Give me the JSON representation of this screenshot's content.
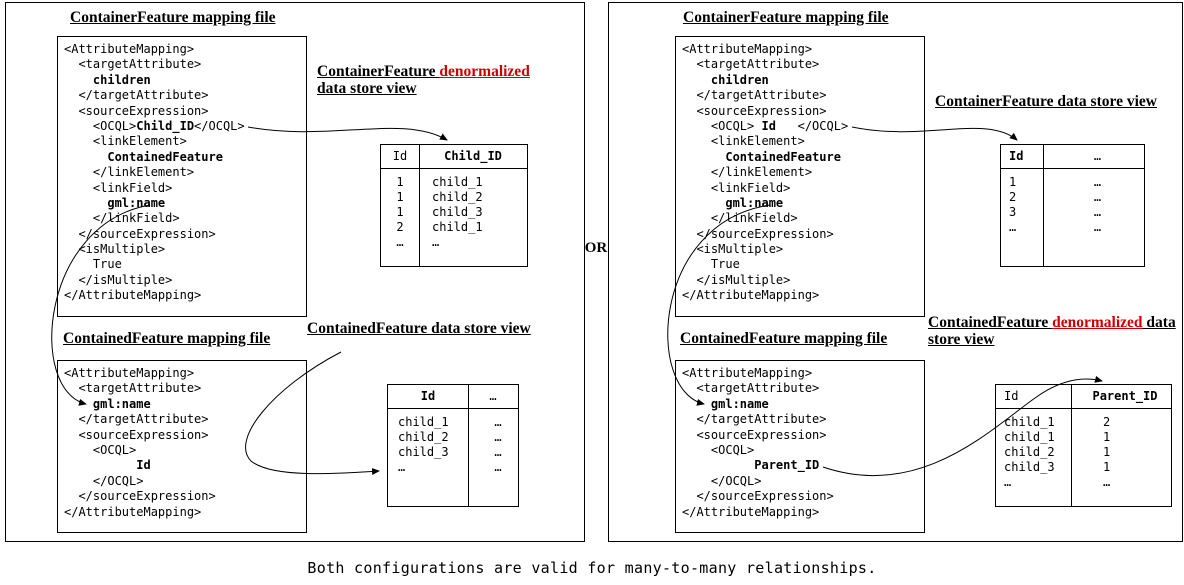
{
  "or_label": "OR",
  "caption": "Both configurations are valid for many-to-many relationships.",
  "colors": {
    "highlight_red": "#cc0000",
    "line_black": "#000000"
  },
  "left": {
    "mapping1_title": [
      {
        "t": "ContainerFeature mapping file"
      }
    ],
    "view1_title": [
      {
        "t": "ContainerFeature "
      },
      {
        "t": "denormalized",
        "c": "red"
      },
      {
        "t": " data store view"
      }
    ],
    "mapping2_title": [
      {
        "t": "ContainedFeature mapping file"
      }
    ],
    "view2_title": [
      {
        "t": "ContainedFeature data store view"
      }
    ],
    "xml1": [
      [
        "<AttributeMapping>"
      ],
      [
        "  <targetAttribute>"
      ],
      [
        "    ",
        {
          "t": "children",
          "c": "b"
        }
      ],
      [
        "  </targetAttribute>"
      ],
      [
        "  <sourceExpression>"
      ],
      [
        "    <OCQL>",
        {
          "t": "Child_ID",
          "c": "b"
        },
        "</OCQL>"
      ],
      [
        "    <linkElement>"
      ],
      [
        "      ",
        {
          "t": "ContainedFeature",
          "c": "b"
        }
      ],
      [
        "    </linkElement>"
      ],
      [
        "    <linkField>"
      ],
      [
        "      ",
        {
          "t": "gml:name",
          "c": "b"
        }
      ],
      [
        "    </linkField>"
      ],
      [
        "  </sourceExpression>"
      ],
      [
        "  <isMultiple>"
      ],
      [
        "    True"
      ],
      [
        "  </isMultiple>"
      ],
      [
        "</AttributeMapping>"
      ]
    ],
    "xml2": [
      [
        "<AttributeMapping>"
      ],
      [
        "  <targetAttribute>"
      ],
      [
        "    ",
        {
          "t": "gml:name",
          "c": "b"
        }
      ],
      [
        "  </targetAttribute>"
      ],
      [
        "  <sourceExpression>"
      ],
      [
        "    <OCQL>"
      ],
      [
        "          ",
        {
          "t": "Id",
          "c": "b"
        }
      ],
      [
        "    </OCQL>"
      ],
      [
        "  </sourceExpression>"
      ],
      [
        "</AttributeMapping>"
      ]
    ],
    "table1": {
      "headers": [
        {
          "t": "Id"
        },
        {
          "t": "Child_ID",
          "c": "b"
        }
      ],
      "rows": [
        [
          "1",
          "child_1"
        ],
        [
          "1",
          "child_2"
        ],
        [
          "1",
          "child_3"
        ],
        [
          "2",
          "child_1"
        ],
        [
          "…",
          "…"
        ]
      ]
    },
    "table2": {
      "headers": [
        {
          "t": "Id",
          "c": "b"
        },
        {
          "t": "…"
        }
      ],
      "rows": [
        [
          "child_1",
          "…"
        ],
        [
          "child_2",
          "…"
        ],
        [
          "child_3",
          "…"
        ],
        [
          "…",
          "…"
        ]
      ]
    }
  },
  "right": {
    "mapping1_title": [
      {
        "t": "ContainerFeature mapping file"
      }
    ],
    "view1_title": [
      {
        "t": "ContainerFeature data store view"
      }
    ],
    "mapping2_title": [
      {
        "t": "ContainedFeature mapping file"
      }
    ],
    "view2_title": [
      {
        "t": "ContainedFeature "
      },
      {
        "t": "denormalized",
        "c": "red"
      },
      {
        "t": " data store view"
      }
    ],
    "xml1": [
      [
        "<AttributeMapping>"
      ],
      [
        "  <targetAttribute>"
      ],
      [
        "    ",
        {
          "t": "children",
          "c": "b"
        }
      ],
      [
        "  </targetAttribute>"
      ],
      [
        "  <sourceExpression>"
      ],
      [
        "    <OCQL> ",
        {
          "t": "Id",
          "c": "b"
        },
        "   </OCQL>"
      ],
      [
        "    <linkElement>"
      ],
      [
        "      ",
        {
          "t": "ContainedFeature",
          "c": "b"
        }
      ],
      [
        "    </linkElement>"
      ],
      [
        "    <linkField>"
      ],
      [
        "      ",
        {
          "t": "gml:name",
          "c": "b"
        }
      ],
      [
        "    </linkField>"
      ],
      [
        "  </sourceExpression>"
      ],
      [
        "  <isMultiple>"
      ],
      [
        "    True"
      ],
      [
        "  </isMultiple>"
      ],
      [
        "</AttributeMapping>"
      ]
    ],
    "xml2": [
      [
        "<AttributeMapping>"
      ],
      [
        "  <targetAttribute>"
      ],
      [
        "    ",
        {
          "t": "gml:name",
          "c": "b"
        }
      ],
      [
        "  </targetAttribute>"
      ],
      [
        "  <sourceExpression>"
      ],
      [
        "    <OCQL>"
      ],
      [
        "          ",
        {
          "t": "Parent_ID",
          "c": "b"
        }
      ],
      [
        "    </OCQL>"
      ],
      [
        "  </sourceExpression>"
      ],
      [
        "</AttributeMapping>"
      ]
    ],
    "table1": {
      "headers": [
        {
          "t": "Id",
          "c": "b"
        },
        {
          "t": "…"
        }
      ],
      "rows": [
        [
          "1",
          "…"
        ],
        [
          "2",
          "…"
        ],
        [
          "3",
          "…"
        ],
        [
          "…",
          "…"
        ]
      ]
    },
    "table2": {
      "headers": [
        {
          "t": "Id"
        },
        {
          "t": "Parent_ID",
          "c": "b"
        }
      ],
      "rows": [
        [
          "child_1",
          "2"
        ],
        [
          "child_1",
          "1"
        ],
        [
          "child_2",
          "1"
        ],
        [
          "child_3",
          "1"
        ],
        [
          "…",
          "…"
        ]
      ]
    }
  }
}
